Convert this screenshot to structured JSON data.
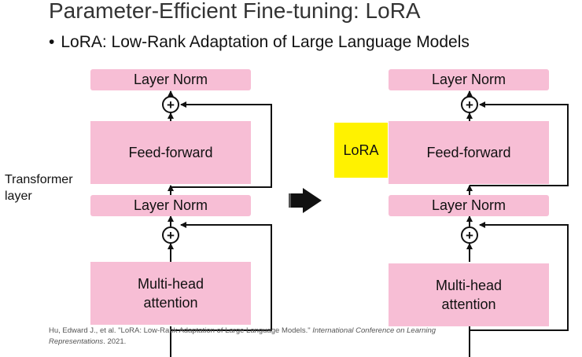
{
  "slide": {
    "title": "Parameter-Efficient Fine-tuning: LoRA",
    "bullet": "LoRA: Low-Rank Adaptation of Large Language Models",
    "bullet_marker": "•"
  },
  "side_label": {
    "line1": "Transformer",
    "line2": "layer"
  },
  "left_block": {
    "top_norm": "Layer Norm",
    "feed_forward": "Feed-forward",
    "mid_norm": "Layer Norm",
    "attention_line1": "Multi-head",
    "attention_line2": "attention",
    "plus": "+"
  },
  "right_block": {
    "top_norm": "Layer Norm",
    "lora": "LoRA",
    "feed_forward": "Feed-forward",
    "mid_norm": "Layer Norm",
    "attention_line1": "Multi-head",
    "attention_line2": "attention",
    "plus": "+"
  },
  "citation": {
    "authors": "Hu, Edward J., et al. \"LoRA: Low-Rank Adaptation of Large Language Models.\"",
    "venue": "International Conference on Learning Representations",
    "year": ". 2021."
  },
  "colors": {
    "block_pink": "#f7bed5",
    "lora_yellow": "#fff200",
    "line": "#111111"
  }
}
